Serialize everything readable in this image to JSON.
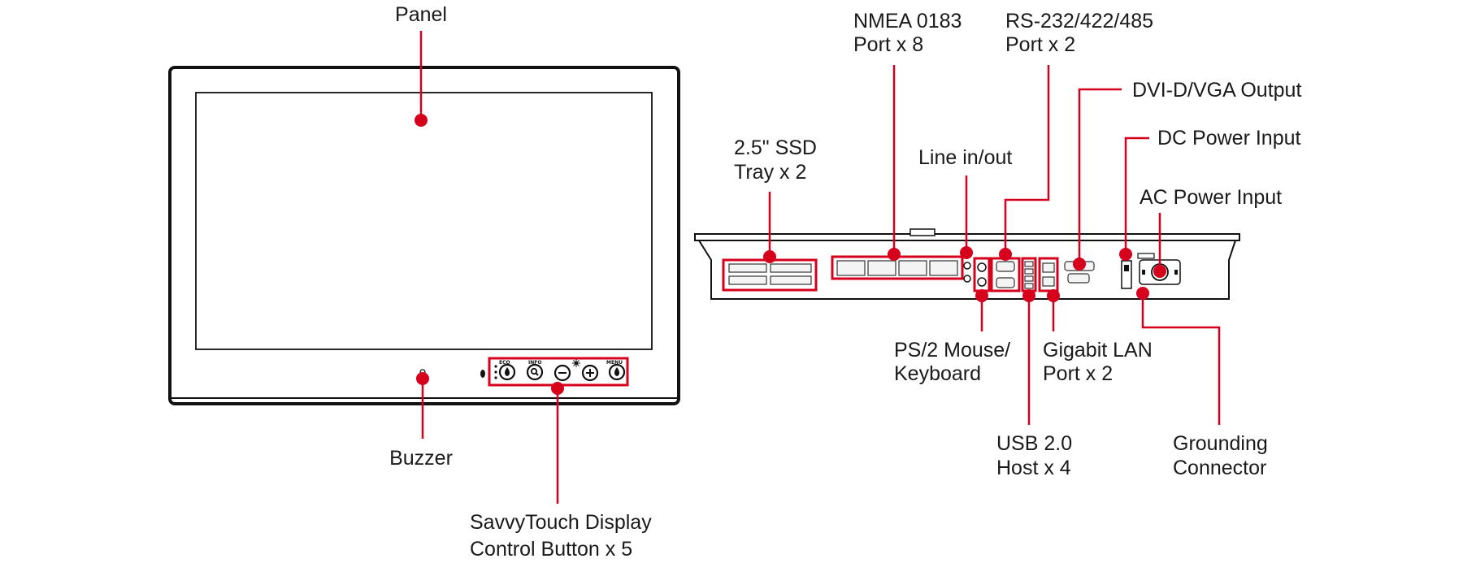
{
  "front_view": {
    "panel_label": "Panel",
    "buzzer_label": "Buzzer",
    "control_buttons_label": [
      "SavvyTouch Display",
      "Control Button x 5"
    ],
    "buttons": [
      {
        "caption": "ECO",
        "icon": "eco-icon"
      },
      {
        "caption": "INFO",
        "icon": "info-icon"
      },
      {
        "caption": "",
        "icon": "minus-icon"
      },
      {
        "caption": "",
        "icon": "plus-icon"
      },
      {
        "caption": "MENU",
        "icon": "menu-icon"
      }
    ],
    "brightness_icon": "brightness-icon"
  },
  "rear_view": {
    "ssd_label": [
      "2.5\" SSD",
      "Tray x 2"
    ],
    "nmea_label": [
      "NMEA 0183",
      "Port x 8"
    ],
    "line_label": "Line in/out",
    "rs232_label": [
      "RS-232/422/485",
      "Port x 2"
    ],
    "dvi_label": "DVI-D/VGA Output",
    "dc_label": "DC Power Input",
    "ac_label": "AC Power Input",
    "ps2_label": [
      "PS/2 Mouse/",
      "Keyboard"
    ],
    "lan_label": [
      "Gigabit LAN",
      "Port  x 2"
    ],
    "usb_label": [
      "USB 2.0",
      "Host x 4"
    ],
    "ground_label": [
      "Grounding",
      "Connector"
    ]
  },
  "colors": {
    "callout_red": "#d6001c",
    "outline": "#111111",
    "text": "#1a1a1a"
  }
}
